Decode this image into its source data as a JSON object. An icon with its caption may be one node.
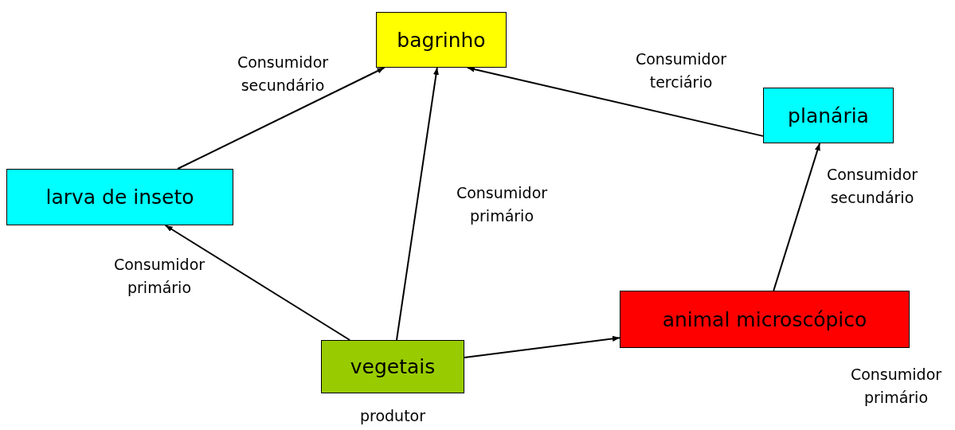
{
  "diagram": {
    "nodes": [
      {
        "text": [
          "bagrinho"
        ]
      },
      {
        "text": [
          "planária"
        ],
        "beside": [
          "Consumidor secundário"
        ]
      },
      {
        "text": [
          "larva de inseto"
        ],
        "beside": [
          "Consumidor primário"
        ]
      },
      {
        "text": [
          "animal microscópico"
        ],
        "beside": [
          "Consumidor primário"
        ]
      },
      {
        "text": [
          "vegetais"
        ],
        "beside": [
          "produtor"
        ]
      }
    ],
    "edges": [
      {
        "from": 2,
        "to": 0,
        "arrow": "to"
      },
      {
        "from": 4,
        "to": 0,
        "arrow": "to"
      },
      {
        "from": 1,
        "to": 0,
        "arrow": "to"
      },
      {
        "from": 4,
        "to": 2,
        "arrow": "to"
      },
      {
        "from": 4,
        "to": 3,
        "arrow": "to"
      },
      {
        "from": 3,
        "to": 1,
        "arrow": "to"
      }
    ],
    "labels": [
      "Consumidor secundário",
      "Consumidor terciário",
      "Consumidor primário"
    ]
  }
}
